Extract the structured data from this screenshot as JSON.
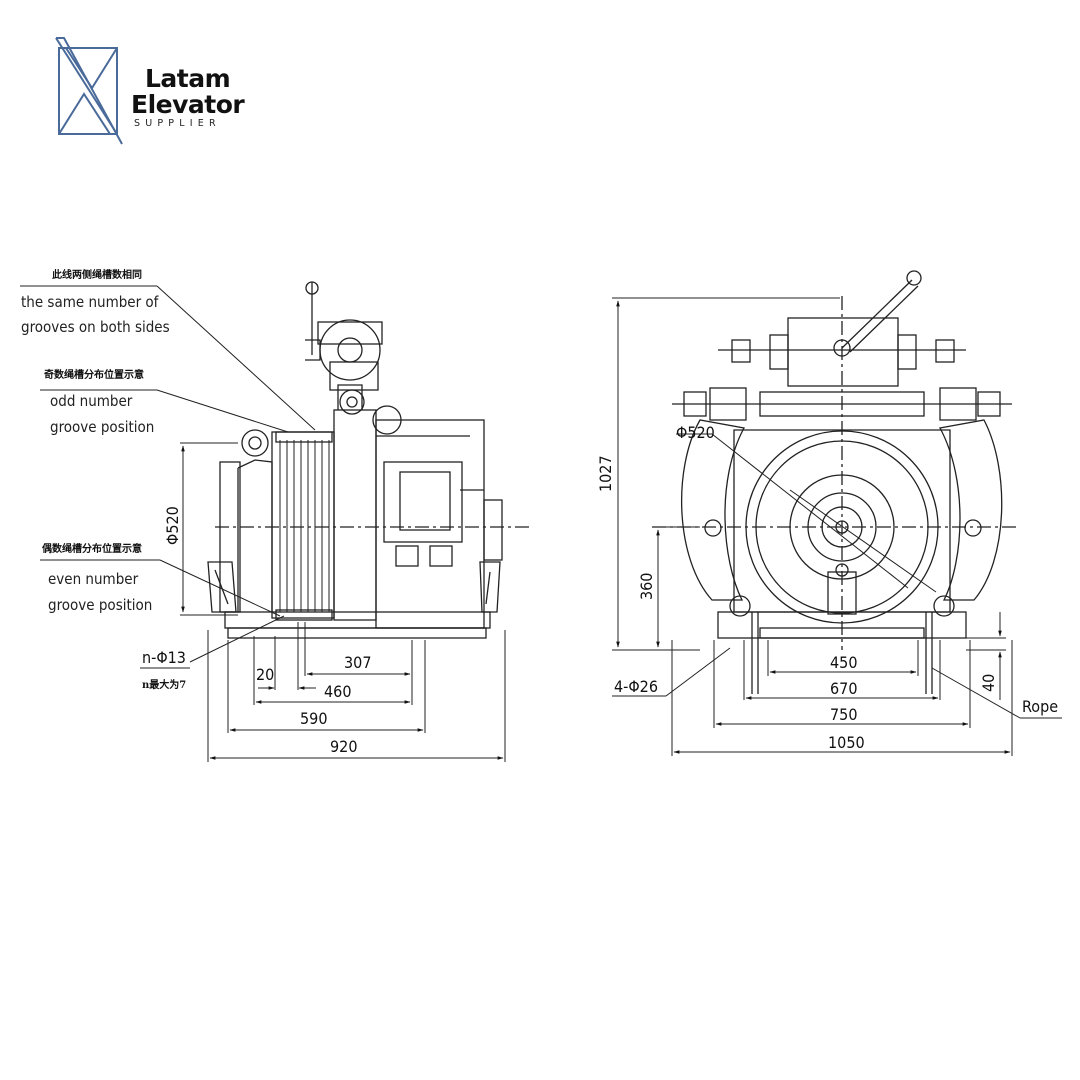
{
  "brand": {
    "line1": "Latam",
    "line2": "Elevator",
    "line3": "SUPPLIER",
    "logo_color": "#4a6a9a"
  },
  "side_view": {
    "note_cn_1": "此线两侧绳槽数相同",
    "note_en_1a": "the same number of",
    "note_en_1b": "grooves on both sides",
    "note_cn_2": "奇数绳槽分布位置示意",
    "note_en_2a": "odd number",
    "note_en_2b": "groove position",
    "note_cn_3": "偶数绳槽分布位置示意",
    "note_en_3a": "even number",
    "note_en_3b": "groove position",
    "groove_dia": "n-Φ13",
    "groove_max": "n最大为7",
    "sheave_dia": "Φ520",
    "dims": [
      "20",
      "307",
      "460",
      "590",
      "920"
    ]
  },
  "front_view": {
    "sheave_dia": "Φ520",
    "height_total": "1027",
    "height_axis": "360",
    "bolt_holes": "4-Φ26",
    "rope_label": "Rope",
    "dims": [
      "450",
      "670",
      "750",
      "1050",
      "40"
    ]
  }
}
